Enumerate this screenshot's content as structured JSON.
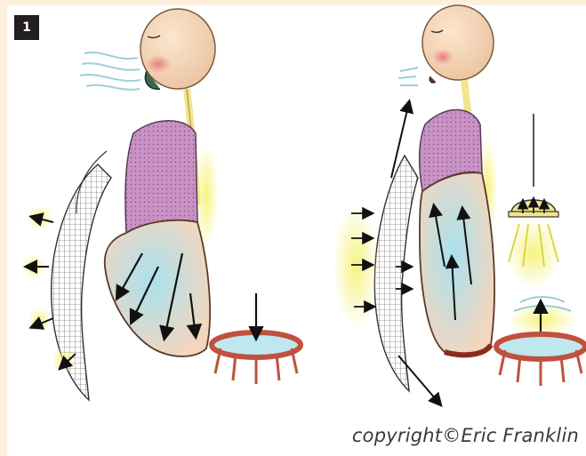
{
  "figure": {
    "badge_number": "1",
    "copyright": "copyright©Eric Franklin"
  },
  "colors": {
    "page_background": "#fdf1dc",
    "panel_background": "#ffffff",
    "badge_background": "#231f20",
    "lung_purple": "#c98fc5",
    "abdomen_blue": "#bfe7ef",
    "skin": "#f5d7b5",
    "spine_yellow": "#f2e58c",
    "trampoline_red": "#c0513f",
    "glow_yellow": "#f6f27a"
  },
  "icons": {
    "exhale_figure": "person-exhaling-diagram",
    "inhale_figure": "person-inhaling-diagram",
    "trampoline": "trampoline-icon",
    "lamp": "hanging-lamp-icon"
  }
}
